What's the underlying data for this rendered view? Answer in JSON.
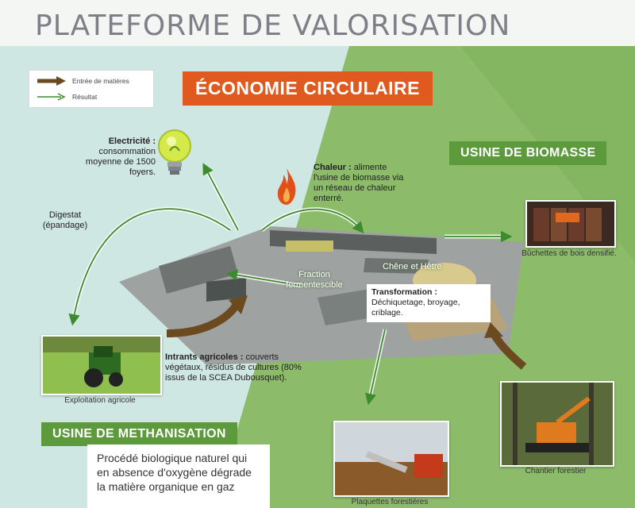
{
  "title": "PLATEFORME DE VALORISATION",
  "banner_main": "ÉCONOMIE CIRCULAIRE",
  "legend": {
    "input_label": "Entrée de matières",
    "output_label": "Résultat"
  },
  "electricity": {
    "heading": "Electricité :",
    "text": "consommation moyenne de 1500 foyers."
  },
  "heat": {
    "heading": "Chaleur :",
    "text": "alimente l'usine de biomasse via un réseau de chaleur enterré."
  },
  "digestate": "Digestat (épandage)",
  "fraction": "Fraction fermentescible",
  "species": "Chêne et Hêtre",
  "transformation": {
    "heading": "Transformation :",
    "text": "Déchiquetage, broyage, criblage."
  },
  "agri_inputs": {
    "heading": "Intrants agricoles :",
    "text": "couverts végétaux, résidus de cultures (80% issus de la SCEA Dubousquet)."
  },
  "biomass_plant": "USINE DE BIOMASSE",
  "methanisation_plant": "USINE DE METHANISATION",
  "methanisation_text": "Procédé biologique naturel qui en absence d'oxygène dégrade la matière organique en gaz",
  "captions": {
    "logs": "Bûchettes de bois densifié.",
    "farm": "Exploitation agricole",
    "forest": "Chantier forestier",
    "chips": "Plaquettes forestières"
  },
  "colors": {
    "orange": "#e05a1f",
    "green": "#5c9a3c",
    "input_arrow": "#6b4a1f",
    "output_arrow": "#3e8a2e"
  },
  "icons": {
    "electricity": "lightbulb-icon",
    "heat": "flame-icon"
  }
}
